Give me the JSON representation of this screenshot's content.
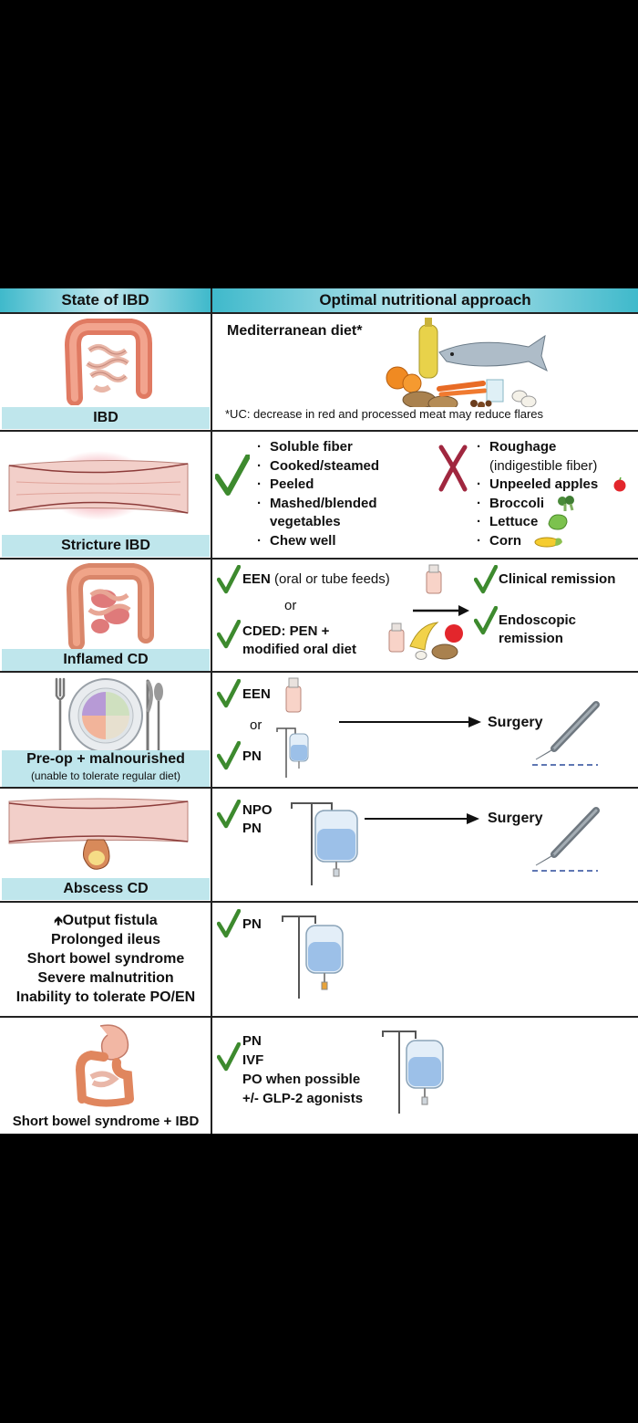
{
  "headers": {
    "state": "State of IBD",
    "approach": "Optimal nutritional approach"
  },
  "rows": {
    "ibd": {
      "label": "IBD",
      "diet_title": "Mediterranean diet*",
      "footnote": "*UC: decrease in red and processed meat may reduce flares"
    },
    "stricture": {
      "label": "Stricture IBD",
      "recommended": [
        "Soluble fiber",
        "Cooked/steamed",
        "Peeled",
        "Mashed/blended vegetables",
        "Chew well"
      ],
      "avoid": {
        "roughage": "Roughage",
        "roughage_note": "(indigestible fiber)",
        "apples": "Unpeeled apples",
        "broccoli": "Broccoli",
        "lettuce": "Lettuce",
        "corn": "Corn"
      }
    },
    "inflamed": {
      "label": "Inflamed CD",
      "een": "EEN",
      "een_note": "(oral or tube feeds)",
      "or": "or",
      "cded_line1": "CDED: PEN +",
      "cded_line2": "modified oral diet",
      "clinical": "Clinical remission",
      "endoscopic_line1": "Endoscopic",
      "endoscopic_line2": "remission"
    },
    "preop": {
      "label": "Pre-op + malnourished",
      "sublabel": "(unable to tolerate regular diet)",
      "een": "EEN",
      "or": "or",
      "pn": "PN",
      "surgery": "Surgery"
    },
    "abscess": {
      "label": "Abscess CD",
      "npo": "NPO",
      "pn": "PN",
      "surgery": "Surgery"
    },
    "fistula": {
      "conditions": [
        "Output fistula",
        "Prolonged ileus",
        "Short bowel syndrome",
        "Severe malnutrition",
        "Inability to tolerate PO/EN"
      ],
      "pn": "PN"
    },
    "sbs": {
      "label": "Short bowel syndrome + IBD",
      "items": [
        "PN",
        "IVF",
        "PO when possible",
        "+/- GLP-2 agonists"
      ]
    }
  },
  "colors": {
    "header_teal": "#3fb9cb",
    "label_band": "#bfe6ec",
    "check_green": "#3d8a2e",
    "cross_red": "#a0273f"
  }
}
